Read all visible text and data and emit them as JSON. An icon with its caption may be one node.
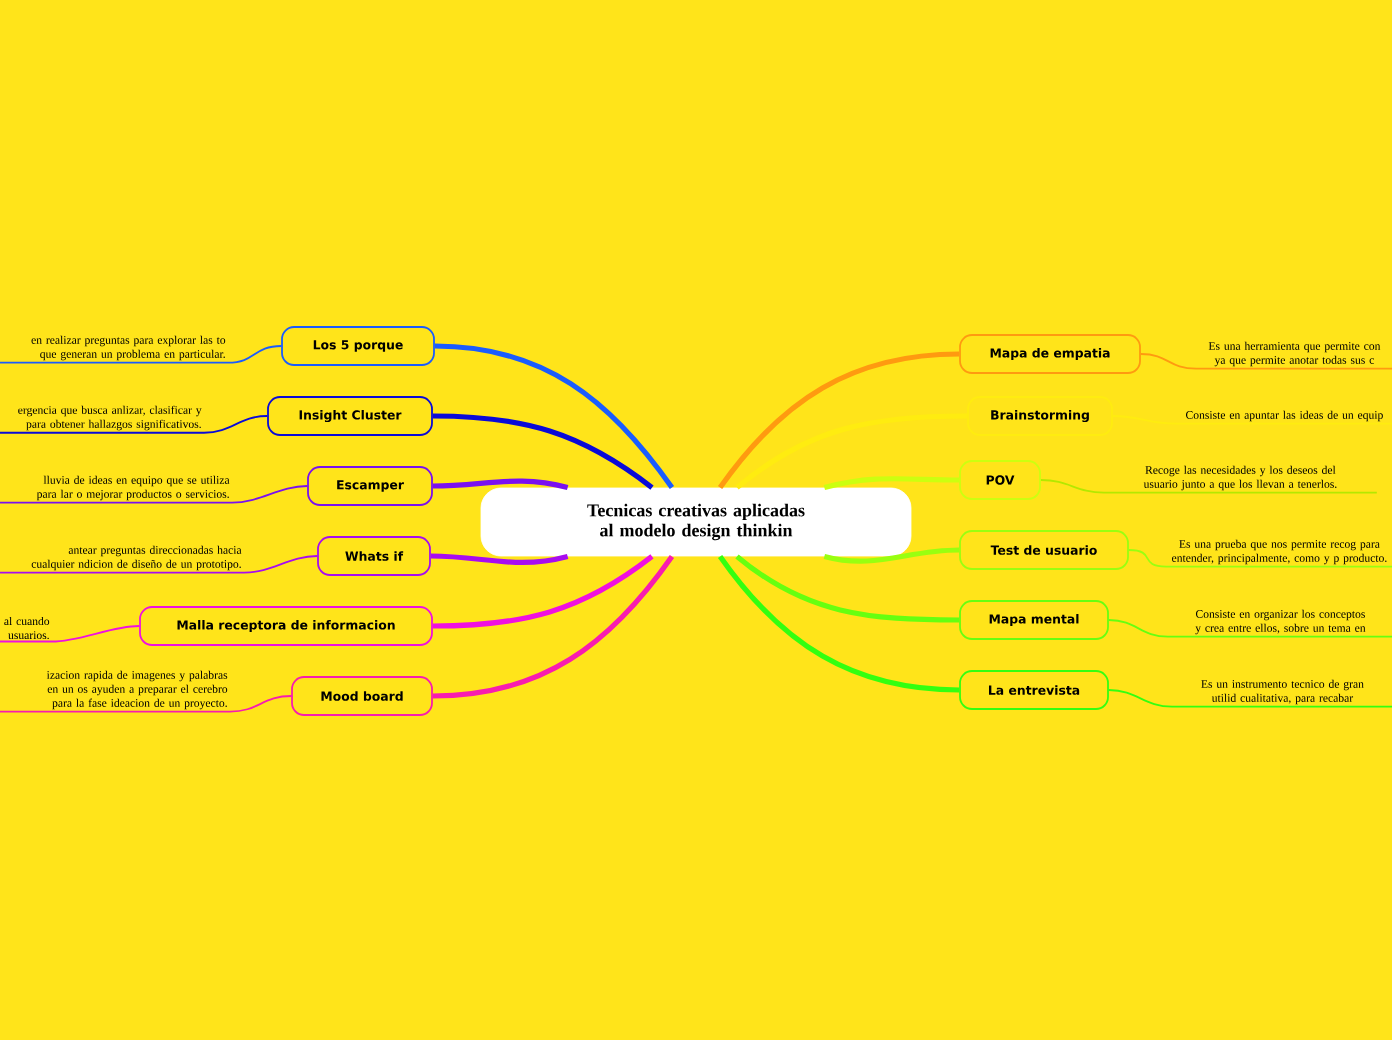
{
  "diagram": {
    "nodes": [
      {
        "text": [
          "Tecnicas creativas aplicadas al modelo design thinkin"
        ]
      },
      {
        "text": [
          "Los 5 porque"
        ]
      },
      {
        "text": [
          "en realizar preguntas para explorar las to que generan un problema en particular."
        ]
      },
      {
        "text": [
          "Insight Cluster"
        ]
      },
      {
        "text": [
          "ergencia que busca anlizar, clasificar y para obtener hallazgos significativos."
        ]
      },
      {
        "text": [
          "Escamper"
        ]
      },
      {
        "text": [
          "lluvia de ideas en equipo que se utiliza para lar o mejorar productos o servicios."
        ]
      },
      {
        "text": [
          "Whats if"
        ]
      },
      {
        "text": [
          "antear preguntas direccionadas hacia cualquier ndicion de diseño de un prototipo."
        ]
      },
      {
        "text": [
          "Malla receptora de informacion"
        ]
      },
      {
        "text": [
          "al cuando usuarios."
        ]
      },
      {
        "text": [
          "Mood board"
        ]
      },
      {
        "text": [
          "izacion rapida de imagenes y palabras en un os ayuden a preparar el cerebro para la fase ideacion de un proyecto."
        ]
      },
      {
        "text": [
          "Mapa de empatia"
        ]
      },
      {
        "text": [
          "Es una herramienta que permite con ya que permite anotar todas sus c"
        ]
      },
      {
        "text": [
          "Brainstorming"
        ]
      },
      {
        "text": [
          "Consiste en apuntar las ideas de un equip"
        ]
      },
      {
        "text": [
          "POV"
        ]
      },
      {
        "text": [
          "Recoge las necesidades y los deseos del usuario junto a que los llevan a tenerlos."
        ]
      },
      {
        "text": [
          "Test de usuario"
        ]
      },
      {
        "text": [
          "Es una prueba que nos permite recog para entender, principalmente, como y p producto."
        ]
      },
      {
        "text": [
          "Mapa mental"
        ]
      },
      {
        "text": [
          "Consiste en organizar los conceptos y crea entre ellos, sobre un tema en"
        ]
      },
      {
        "text": [
          "La entrevista"
        ]
      },
      {
        "text": [
          "Es un instrumento tecnico de gran utilid cualitativa, para recabar"
        ]
      }
    ],
    "edges": [
      {
        "from": 0,
        "to": 1,
        "arrow": "none",
        "style": "thick",
        "color": "#1a5cff"
      },
      {
        "from": 1,
        "to": 2,
        "arrow": "none",
        "color": "#1a5cff"
      },
      {
        "from": 0,
        "to": 3,
        "arrow": "none",
        "style": "thick",
        "color": "#0a0ad8"
      },
      {
        "from": 3,
        "to": 4,
        "arrow": "none",
        "color": "#0a0ad8"
      },
      {
        "from": 0,
        "to": 5,
        "arrow": "none",
        "style": "thick",
        "color": "#7a10f0"
      },
      {
        "from": 5,
        "to": 6,
        "arrow": "none",
        "color": "#7a10f0"
      },
      {
        "from": 0,
        "to": 7,
        "arrow": "none",
        "style": "thick",
        "color": "#a80cf0"
      },
      {
        "from": 7,
        "to": 8,
        "arrow": "none",
        "color": "#a80cf0"
      },
      {
        "from": 0,
        "to": 9,
        "arrow": "none",
        "style": "thick",
        "color": "#f010e0"
      },
      {
        "from": 9,
        "to": 10,
        "arrow": "none",
        "color": "#f010e0"
      },
      {
        "from": 0,
        "to": 11,
        "arrow": "none",
        "style": "thick",
        "color": "#f81cb0"
      },
      {
        "from": 11,
        "to": 12,
        "arrow": "none",
        "color": "#f81cb0"
      },
      {
        "from": 0,
        "to": 13,
        "arrow": "none",
        "style": "thick",
        "color": "#ff9a10"
      },
      {
        "from": 13,
        "to": 14,
        "arrow": "none",
        "color": "#ff9a10"
      },
      {
        "from": 0,
        "to": 15,
        "arrow": "none",
        "style": "thick",
        "color": "#ffec10"
      },
      {
        "from": 15,
        "to": 16,
        "arrow": "none",
        "color": "#ffec10"
      },
      {
        "from": 0,
        "to": 17,
        "arrow": "none",
        "style": "thick",
        "color": "#ccff10"
      },
      {
        "from": 17,
        "to": 18,
        "arrow": "none",
        "color": "#b4e800"
      },
      {
        "from": 0,
        "to": 19,
        "arrow": "none",
        "style": "thick",
        "color": "#99ff10"
      },
      {
        "from": 19,
        "to": 20,
        "arrow": "none",
        "color": "#99ff10"
      },
      {
        "from": 0,
        "to": 21,
        "arrow": "none",
        "style": "thick",
        "color": "#66ff10"
      },
      {
        "from": 21,
        "to": 22,
        "arrow": "none",
        "color": "#66ff10"
      },
      {
        "from": 0,
        "to": 23,
        "arrow": "none",
        "style": "thick",
        "color": "#33ff10"
      },
      {
        "from": 23,
        "to": 24,
        "arrow": "none",
        "color": "#33ff10"
      }
    ]
  }
}
